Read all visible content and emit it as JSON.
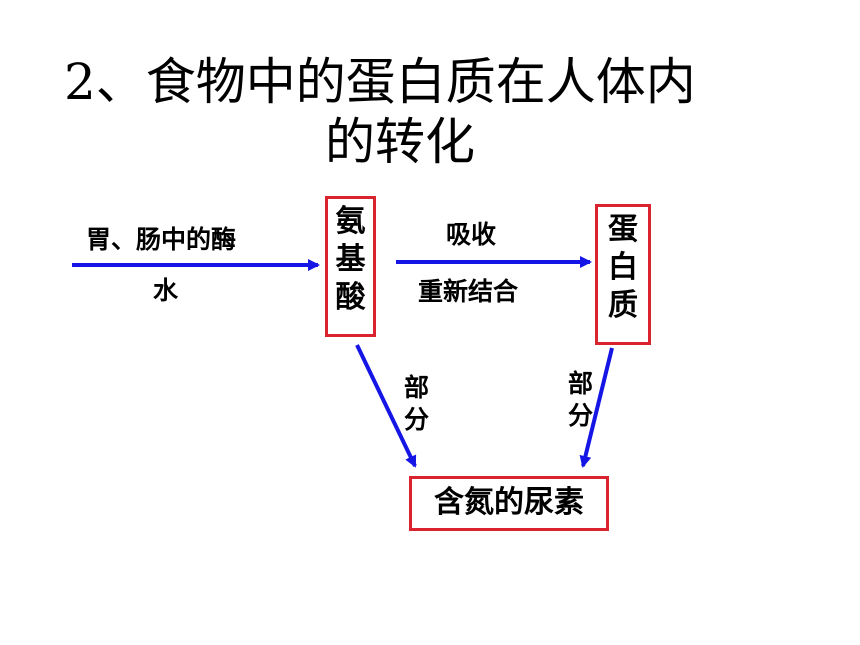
{
  "title": {
    "line1": "2、食物中的蛋白质在人体内",
    "line2": "的转化"
  },
  "nodes": {
    "amino_acid": [
      "氨",
      "基",
      "酸"
    ],
    "protein": [
      "蛋",
      "白",
      "质"
    ],
    "urea": "含氮的尿素"
  },
  "edges": {
    "enzyme_label": "胃、肠中的酶",
    "water_label": "水",
    "absorb_label": "吸收",
    "recombine_label": "重新结合",
    "part_left": [
      "部",
      "分"
    ],
    "part_right": [
      "部",
      "分"
    ]
  },
  "colors": {
    "arrow": "#1515e6",
    "box_border": "#d9232e"
  }
}
